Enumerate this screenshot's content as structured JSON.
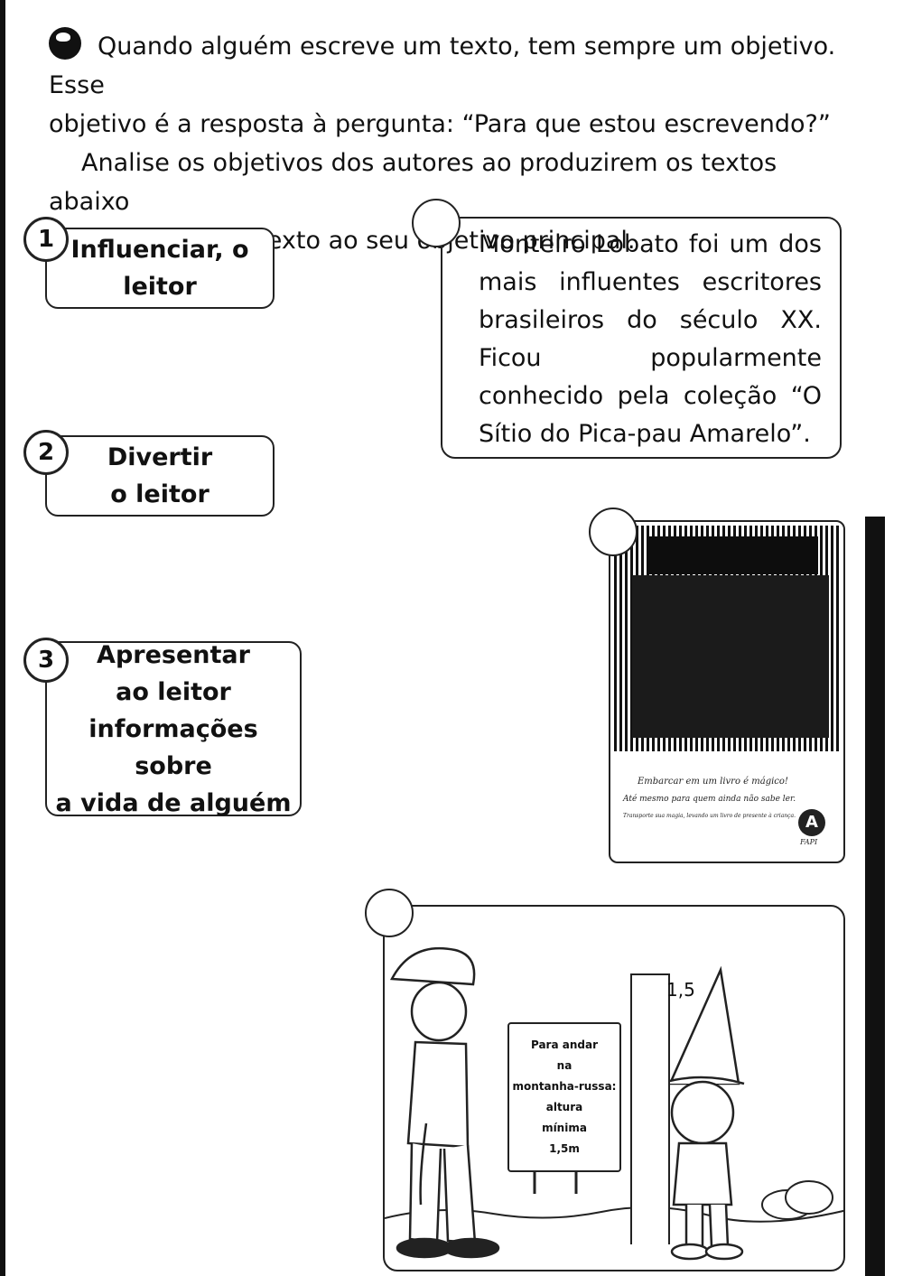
{
  "intro": {
    "line1": "Quando alguém escreve um texto, tem sempre um objetivo. Esse",
    "line2": "objetivo é a resposta à pergunta: “Para que estou escrevendo?”",
    "line3": "Analise os objetivos dos autores ao produzirem os textos abaixo",
    "line4": "e relacione cada texto ao seu objetivo principal."
  },
  "goals": [
    {
      "number": "1",
      "lines": [
        "Influenciar, o",
        "leitor"
      ]
    },
    {
      "number": "2",
      "lines": [
        "Divertir",
        "o leitor"
      ]
    },
    {
      "number": "3",
      "lines": [
        "Apresentar",
        "ao leitor",
        "informações sobre",
        "a vida de alguém"
      ]
    }
  ],
  "text_card": {
    "text": "Monteiro Lobato foi um dos mais influentes escritores brasileiros do século XX. Ficou popularmente conhecido pela coleção “O Sítio do Pica-pau Amarelo”."
  },
  "poster": {
    "line1": "Embarcar em um livro é mágico!",
    "line2": "Até mesmo para quem ainda não sabe ler.",
    "line3": "Transporte sua magia, levando um livro de presente à criança.",
    "logo_letter": "A",
    "logo_text": "FAPI"
  },
  "cartoon": {
    "sign_lines": [
      "Para andar",
      "na",
      "montanha-russa:",
      "altura",
      "mínima",
      "1,5m"
    ],
    "ruler_label": "1,5"
  }
}
